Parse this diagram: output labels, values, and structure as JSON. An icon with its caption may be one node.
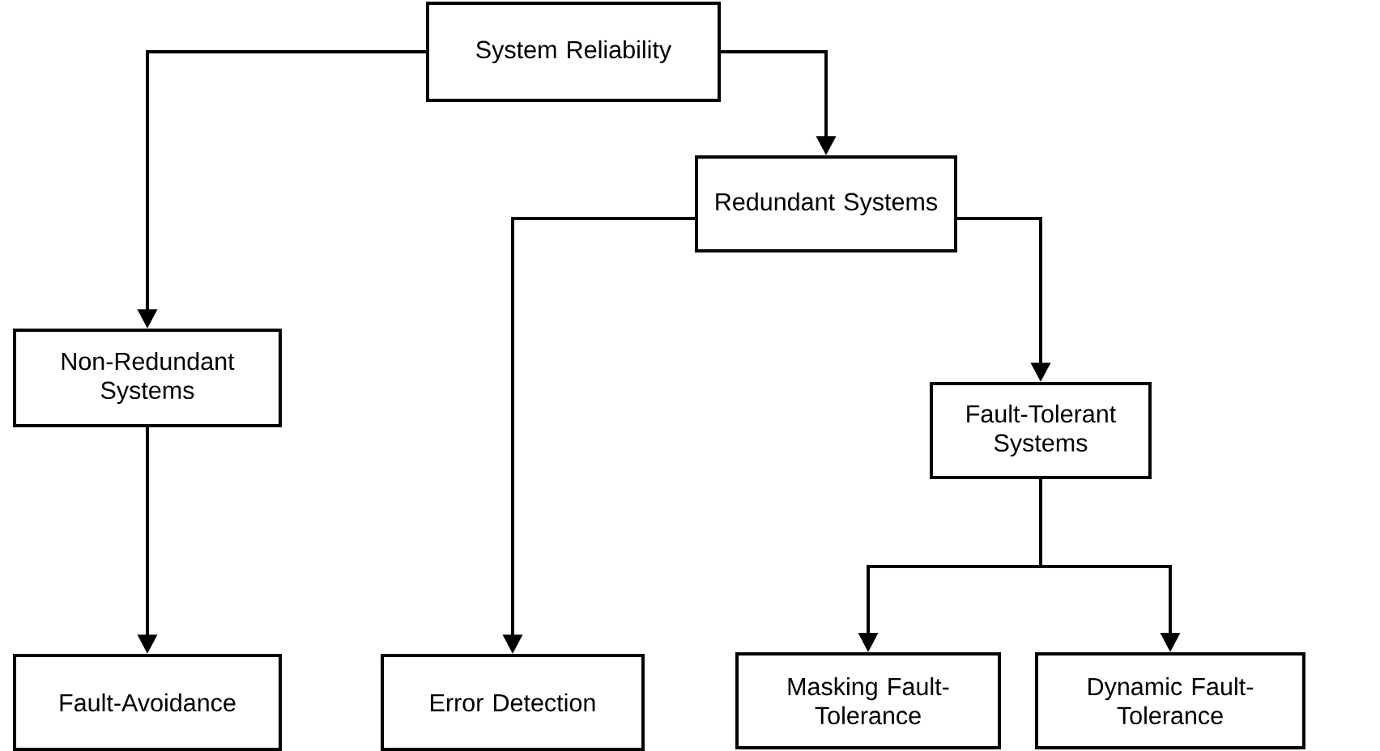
{
  "diagram": {
    "nodes": [
      {
        "text": [
          "System Reliability"
        ]
      },
      {
        "text": [
          "Non-Redundant Systems"
        ]
      },
      {
        "text": [
          "Redundant Systems"
        ]
      },
      {
        "text": [
          "Fault-Tolerant Systems"
        ]
      },
      {
        "text": [
          "Fault-Avoidance"
        ]
      },
      {
        "text": [
          "Error Detection"
        ]
      },
      {
        "text": [
          "Masking Fault-Tolerance"
        ]
      },
      {
        "text": [
          "Dynamic Fault-Tolerance"
        ]
      }
    ],
    "edges": [
      {
        "from": 0,
        "to": 1,
        "arrow": "to"
      },
      {
        "from": 0,
        "to": 2,
        "arrow": "to"
      },
      {
        "from": 1,
        "to": 4,
        "arrow": "to"
      },
      {
        "from": 2,
        "to": 5,
        "arrow": "to"
      },
      {
        "from": 2,
        "to": 3,
        "arrow": "to"
      },
      {
        "from": 3,
        "to": 6,
        "arrow": "to"
      },
      {
        "from": 3,
        "to": 7,
        "arrow": "to"
      }
    ]
  }
}
